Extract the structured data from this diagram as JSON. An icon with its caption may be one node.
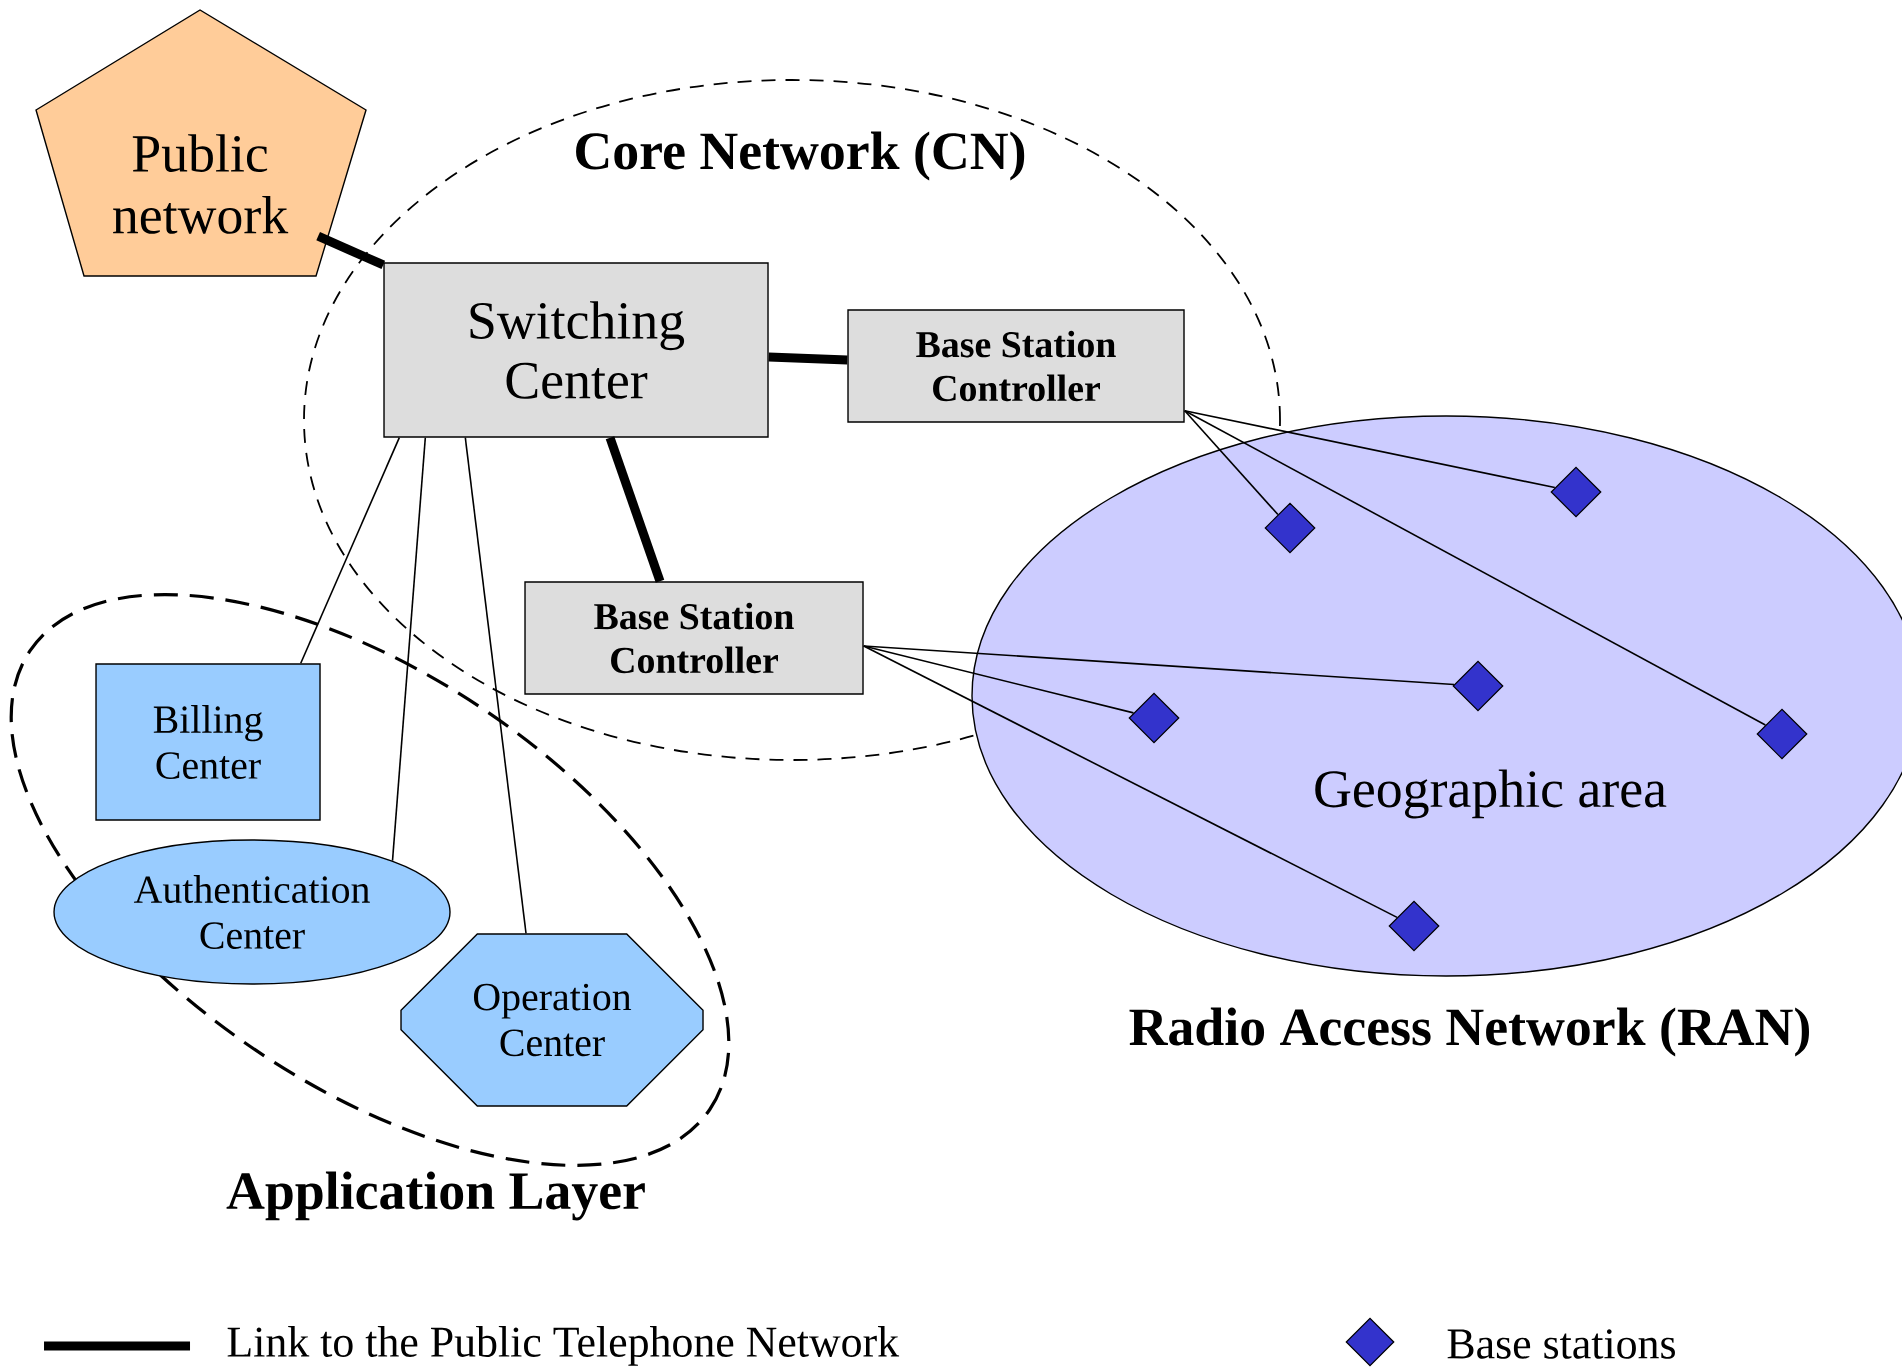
{
  "diagram": {
    "nodes": [
      {
        "text": [
          "Core Network (CN)"
        ]
      },
      {
        "text": [
          "Public network"
        ]
      },
      {
        "text": [
          "Switching Center"
        ],
        "in": 0
      },
      {
        "text": [
          "Base Station Controller"
        ],
        "in": 0
      },
      {
        "text": [
          "Base Station Controller"
        ],
        "in": 0
      },
      {
        "text": [
          "Application Layer"
        ]
      },
      {
        "text": [
          "Billing Center"
        ],
        "in": 5
      },
      {
        "text": [
          "Authentication Center"
        ],
        "in": 5
      },
      {
        "text": [
          "Operation Center"
        ],
        "in": 5
      },
      {
        "text": [
          "Geographic area",
          "Radio Access Network (RAN)"
        ]
      },
      {
        "text": [],
        "shape": "diamond",
        "in": 9
      },
      {
        "text": [],
        "shape": "diamond",
        "in": 9
      },
      {
        "text": [],
        "shape": "diamond",
        "in": 9
      },
      {
        "text": [],
        "shape": "diamond",
        "in": 9
      },
      {
        "text": [],
        "shape": "diamond",
        "in": 9
      },
      {
        "text": [],
        "shape": "diamond",
        "in": 9
      }
    ],
    "edges": [
      {
        "from": 1,
        "to": 2,
        "arrow": "none",
        "style": "thick"
      },
      {
        "from": 2,
        "to": 3,
        "arrow": "none",
        "style": "thick"
      },
      {
        "from": 2,
        "to": 4,
        "arrow": "none",
        "style": "thick"
      },
      {
        "from": 2,
        "to": 6,
        "arrow": "none"
      },
      {
        "from": 2,
        "to": 7,
        "arrow": "none"
      },
      {
        "from": 2,
        "to": 8,
        "arrow": "none"
      },
      {
        "from": 3,
        "to": 11,
        "arrow": "none"
      },
      {
        "from": 3,
        "to": 14,
        "arrow": "none"
      },
      {
        "from": 3,
        "to": 15,
        "arrow": "none"
      },
      {
        "from": 4,
        "to": 10,
        "arrow": "none"
      },
      {
        "from": 4,
        "to": 13,
        "arrow": "none"
      },
      {
        "from": 4,
        "to": 12,
        "arrow": "none"
      }
    ],
    "legend": [
      {
        "text": "Link to the Public Telephone Network"
      },
      {
        "text": "Base stations"
      }
    ]
  }
}
